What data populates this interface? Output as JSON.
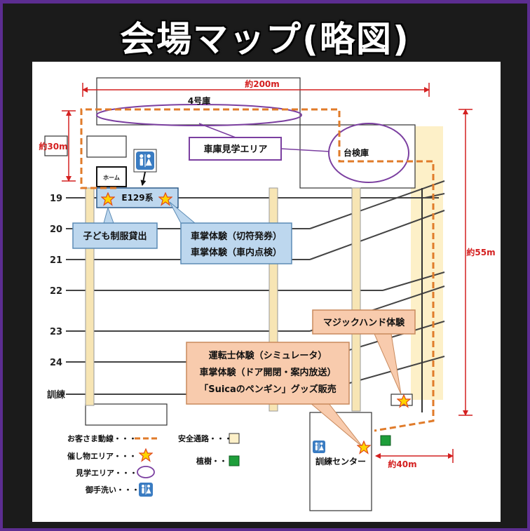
{
  "title": "会場マップ(略図)",
  "tracks": [
    "19",
    "20",
    "21",
    "22",
    "23",
    "24",
    "訓練"
  ],
  "buildings": {
    "depot4": "4号庫",
    "home": "ホーム",
    "train": "E129系",
    "inspection_shed": "台検庫",
    "training_center": "訓練センター"
  },
  "dimensions": {
    "width": "約200m",
    "small_height": "約30m",
    "height": "約55m",
    "bottom": "約40m"
  },
  "callouts": {
    "depot_tour": "車庫見学エリア",
    "uniform_rental": "子ども制服貸出",
    "conductor_1": "車掌体験（切符発券）",
    "conductor_2": "車掌体験（車内点検）",
    "magic_hand": "マジックハンド体験",
    "driver_1": "運転士体験（シミュレータ）",
    "driver_2": "車掌体験（ドア開閉・案内放送）",
    "driver_3": "「Suicaのペンギン」グッズ販売"
  },
  "legend": {
    "route": "お客さま動線・・・",
    "events": "催し物エリア・・・",
    "tour": "見学エリア・・・",
    "restroom": "御手洗い・・・",
    "safe_path": "安全通路・・・",
    "trees": "植樹・・・"
  },
  "colors": {
    "frame": "#5c2d91",
    "route": "#e07b2a",
    "tour_outline": "#7b3fa0",
    "callout_blue": "#bdd7ee",
    "callout_orange": "#f8cbad",
    "safe_path": "#fdf0c8",
    "trees": "#1e9e3a",
    "restroom": "#3a7cc2",
    "dimension": "#d42020",
    "star": "#ffd400"
  }
}
